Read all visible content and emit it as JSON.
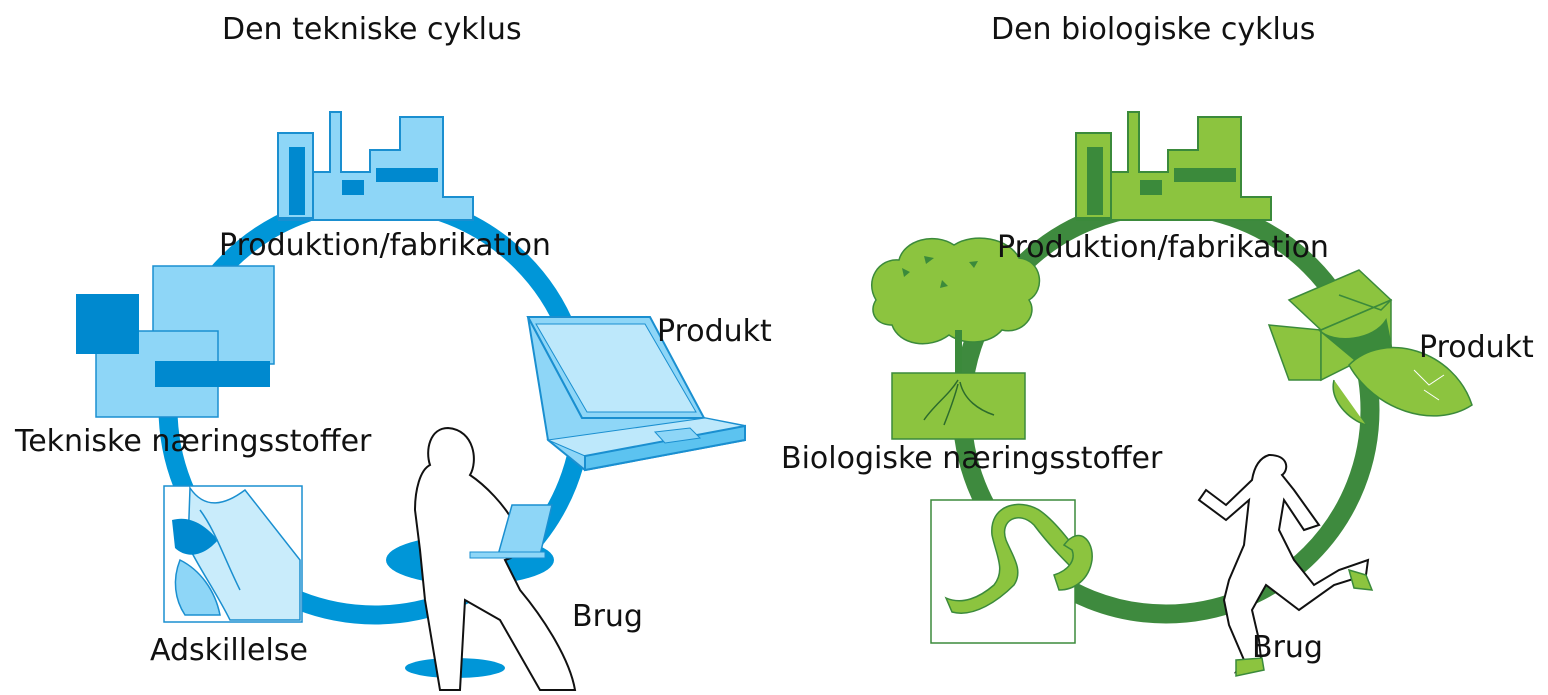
{
  "technical_cycle": {
    "title": "Den tekniske cyklus",
    "stages": {
      "production": "Produktion/fabrikation",
      "product": "Produkt",
      "use": "Brug",
      "separation": "Adskillelse",
      "nutrients": "Tekniske næringsstoffer"
    }
  },
  "biological_cycle": {
    "title": "Den biologiske cyklus",
    "stages": {
      "production": "Produktion/fabrikation",
      "product": "Produkt",
      "use": "Brug",
      "nutrients": "Biologiske næringsstoffer"
    }
  },
  "colors": {
    "tech_ring": "#0096d8",
    "tech_fill": "#8ed6f7",
    "tech_dark": "#0089cf",
    "bio_ring": "#3e8a3e",
    "bio_fill": "#8cc43f",
    "bio_dark": "#3b8a3b"
  }
}
